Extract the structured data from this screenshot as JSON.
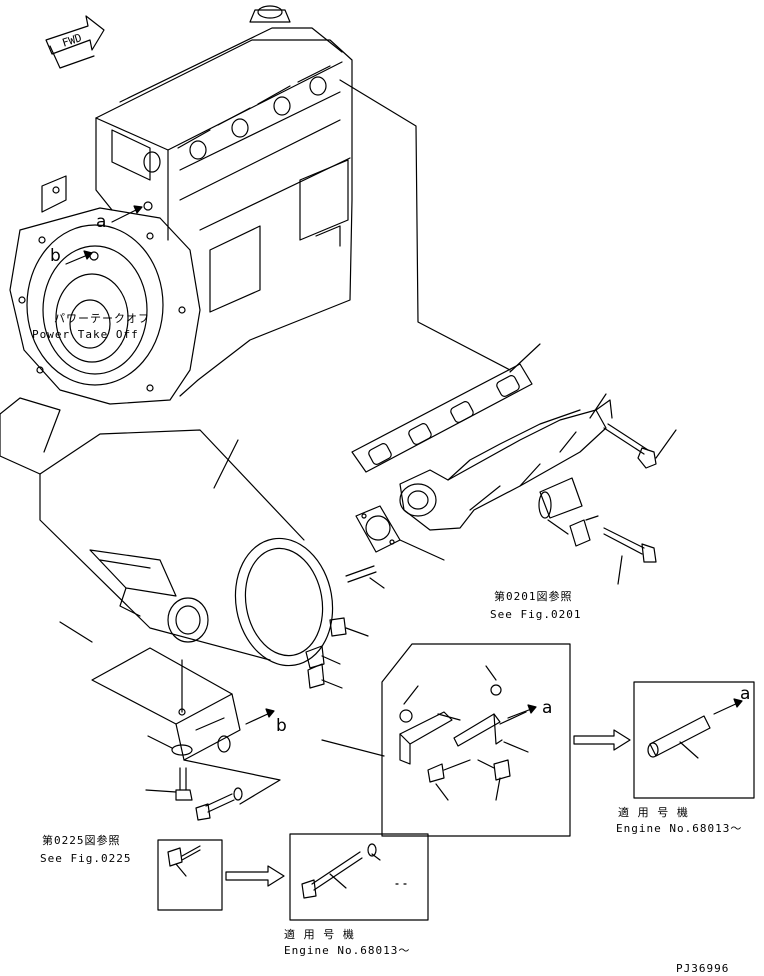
{
  "fwd_label": "FWD",
  "labels": {
    "pto_jp": "パワーテークオフ",
    "pto_en": "Power Take Off",
    "fig0201_jp": "第0201図参照",
    "fig0201_en": "See Fig.0201",
    "fig0225_jp": "第0225図参照",
    "fig0225_en": "See Fig.0225",
    "applicable_jp_right": "適 用 号 機",
    "engine_no_right": "Engine No.68013～",
    "applicable_jp_bottom": "適 用 号 機",
    "engine_no_bottom": "Engine No.68013～",
    "drawing_code": "PJ36996"
  },
  "callouts": {
    "a_engine": "a",
    "b_engine": "b",
    "a_bracket": "a",
    "a_pipe": "a",
    "b_muffler": "b"
  }
}
